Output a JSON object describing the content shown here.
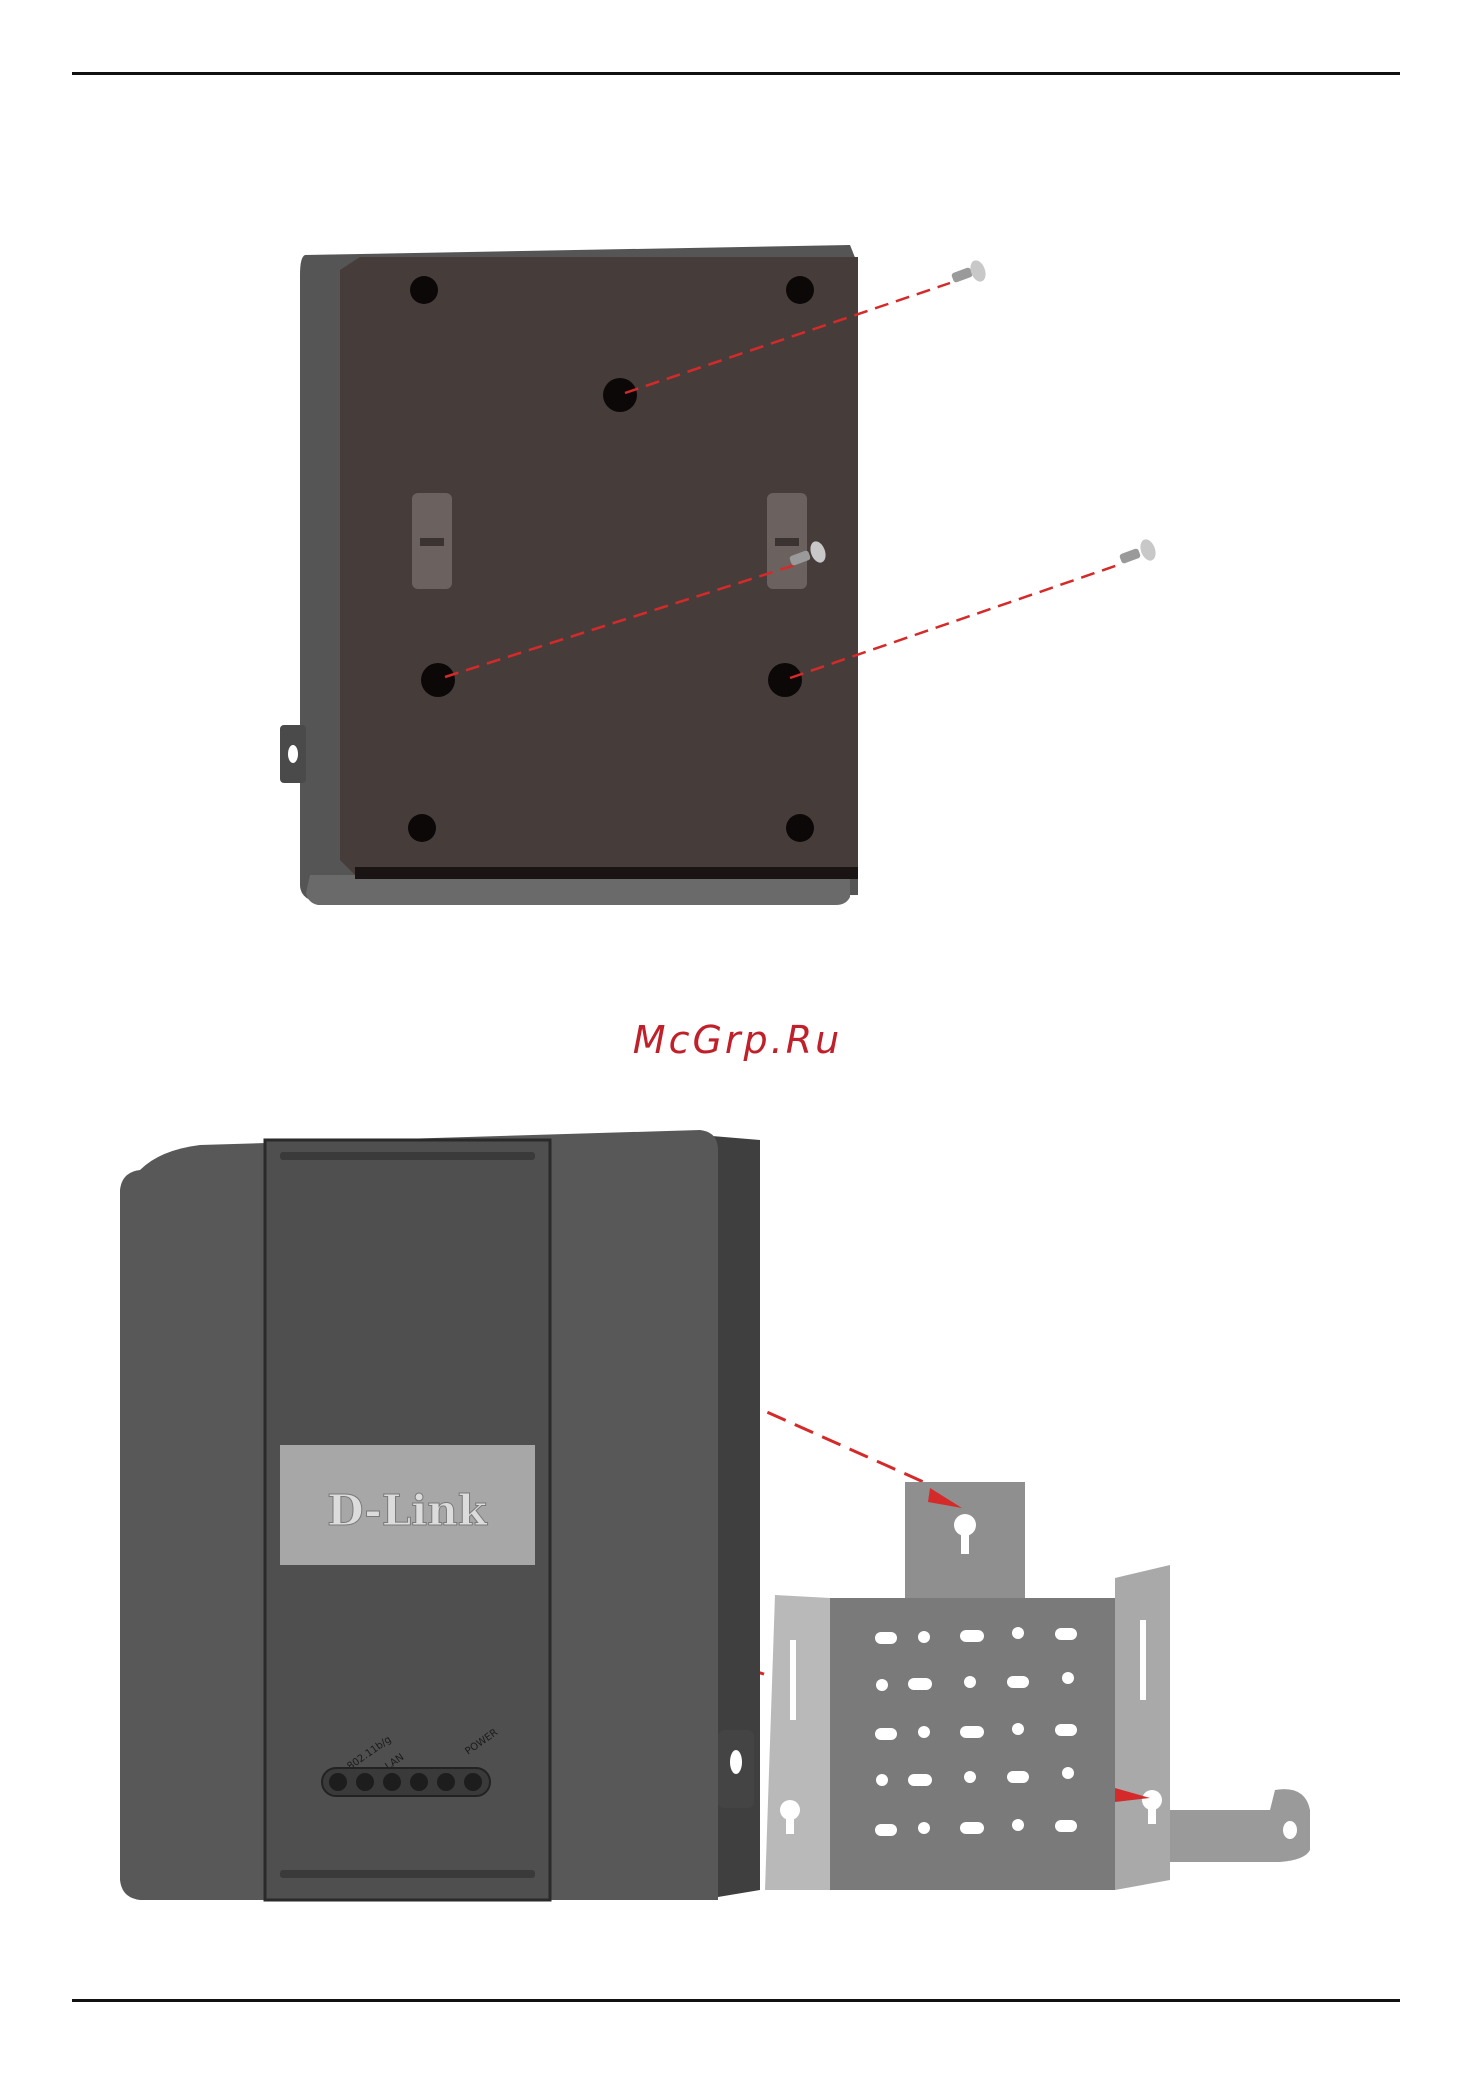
{
  "watermark": "McGrp.Ru",
  "device_front": {
    "brand_logo": "D-Link",
    "led_labels": [
      "802.11b/g",
      "LAN",
      "POWER"
    ],
    "led_count": 6
  },
  "colors": {
    "rule": "#111111",
    "watermark": "#c0202a",
    "housing": "#555555",
    "back_panel": "#463d3a",
    "bracket": "#8f8f8f",
    "guide_line": "#d42a2a"
  }
}
